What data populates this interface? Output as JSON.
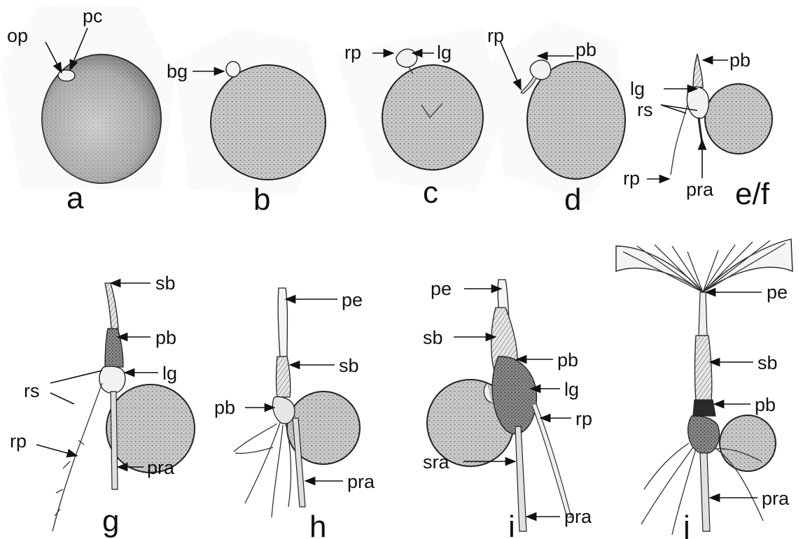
{
  "panels": {
    "a": {
      "label": "a",
      "parts": [
        "op",
        "pc"
      ]
    },
    "b": {
      "label": "b",
      "parts": [
        "bg"
      ]
    },
    "c": {
      "label": "c",
      "parts": [
        "rp",
        "lg"
      ]
    },
    "d": {
      "label": "d",
      "parts": [
        "rp",
        "pb"
      ]
    },
    "ef": {
      "label": "e/f",
      "parts": [
        "pb",
        "lg",
        "rs",
        "rp",
        "pra"
      ]
    },
    "g": {
      "label": "g",
      "parts": [
        "sb",
        "pb",
        "lg",
        "rs",
        "rp",
        "pra"
      ]
    },
    "h": {
      "label": "h",
      "parts": [
        "pe",
        "sb",
        "pb",
        "pra"
      ]
    },
    "i": {
      "label": "i",
      "parts": [
        "pe",
        "sb",
        "pb",
        "lg",
        "rp",
        "sra",
        "pra"
      ]
    },
    "j": {
      "label": "j",
      "parts": [
        "pe",
        "sb",
        "pb",
        "pra"
      ]
    }
  }
}
